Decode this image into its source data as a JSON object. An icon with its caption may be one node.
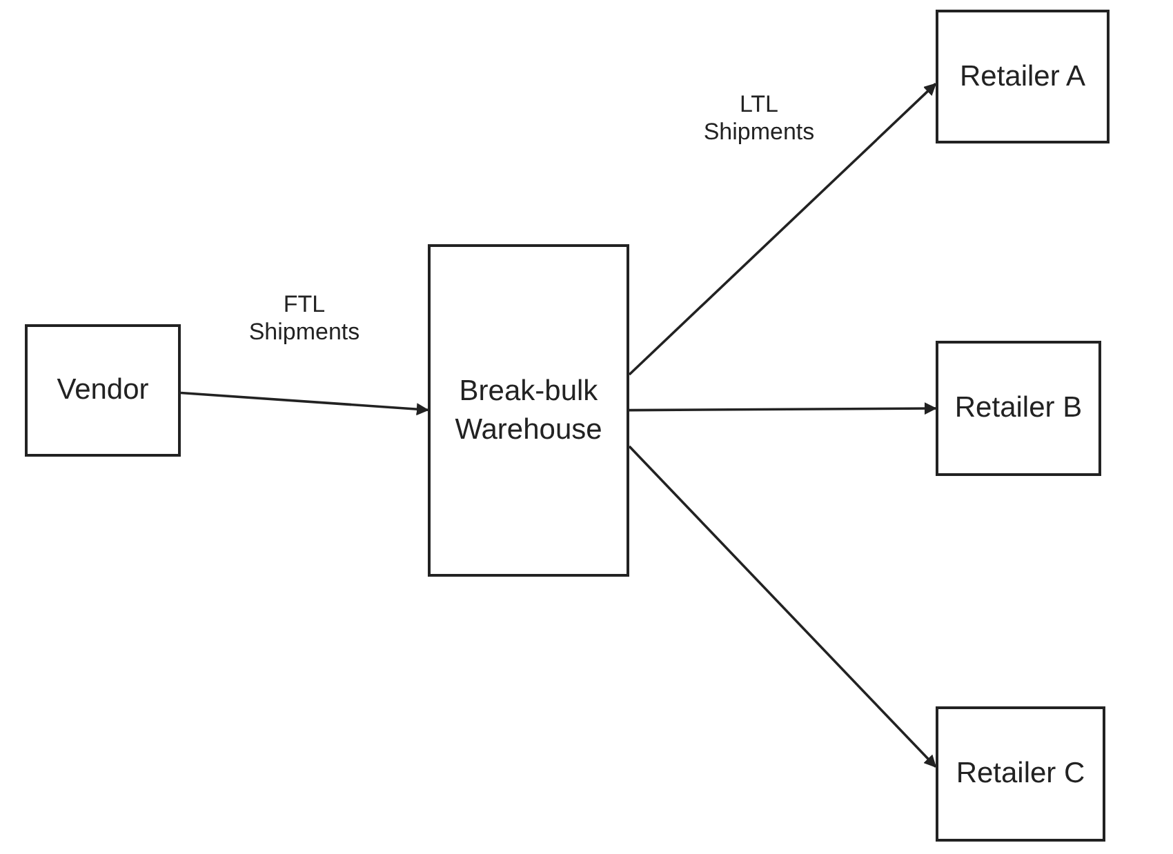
{
  "diagram": {
    "nodes": [
      {
        "text": [
          "Vendor"
        ]
      },
      {
        "text": [
          "Break-bulk Warehouse"
        ]
      },
      {
        "text": [
          "Retailer A"
        ]
      },
      {
        "text": [
          "Retailer B"
        ]
      },
      {
        "text": [
          "Retailer C"
        ]
      }
    ],
    "edges": [
      {
        "from": 0,
        "to": 1,
        "arrow": "to",
        "label": "FTL Shipments"
      },
      {
        "from": 1,
        "to": 2,
        "arrow": "to",
        "label": "LTL Shipments"
      },
      {
        "from": 1,
        "to": 3,
        "arrow": "to"
      },
      {
        "from": 1,
        "to": 4,
        "arrow": "to"
      }
    ]
  }
}
